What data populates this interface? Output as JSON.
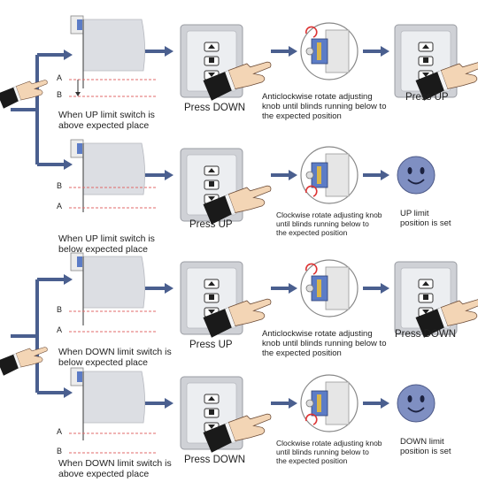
{
  "colors": {
    "arrow": "#4a5f8f",
    "blind": "#dcdee3",
    "panel": "#cfd1d6",
    "limit_line": "#e06a6a",
    "smiley": "#7f8fc2"
  },
  "icons": [
    "hand-pointer-icon",
    "control-panel-icon",
    "adjusting-knob-icon",
    "rotate-arrow-icon",
    "smiley-icon"
  ],
  "rows": [
    {
      "marks": [
        "A",
        "B"
      ],
      "condition": [
        "When UP limit switch is",
        "above expected place"
      ],
      "step1": "Press DOWN",
      "step2": [
        "Anticlockwise  rotate adjusting",
        "knob until blinds  running below to",
        "the expected  position"
      ],
      "step3": "Press UP"
    },
    {
      "marks": [
        "B",
        "A"
      ],
      "condition": [
        "When UP limit switch is",
        "below expected place"
      ],
      "step1": "Press UP",
      "step2": [
        "Clockwise  rotate adjusting knob",
        "until blinds running below to",
        "the expected  position"
      ],
      "result": [
        "UP limit",
        "position is set"
      ]
    },
    {
      "marks": [
        "B",
        "A"
      ],
      "condition": [
        "When DOWN limit switch is",
        "below expected place"
      ],
      "step1": "Press UP",
      "step2": [
        "Anticlockwise  rotate adjusting",
        "knob until blinds running below to",
        "the expected  position"
      ],
      "step3": "Press DOWN"
    },
    {
      "marks": [
        "A",
        "B"
      ],
      "condition": [
        "When DOWN limit switch is",
        "above expected place"
      ],
      "step1": "Press DOWN",
      "step2": [
        "Clockwise  rotate adjusting knob",
        "until blinds running below to",
        "the expected  position"
      ],
      "result": [
        "DOWN limit",
        "position is set"
      ]
    }
  ]
}
